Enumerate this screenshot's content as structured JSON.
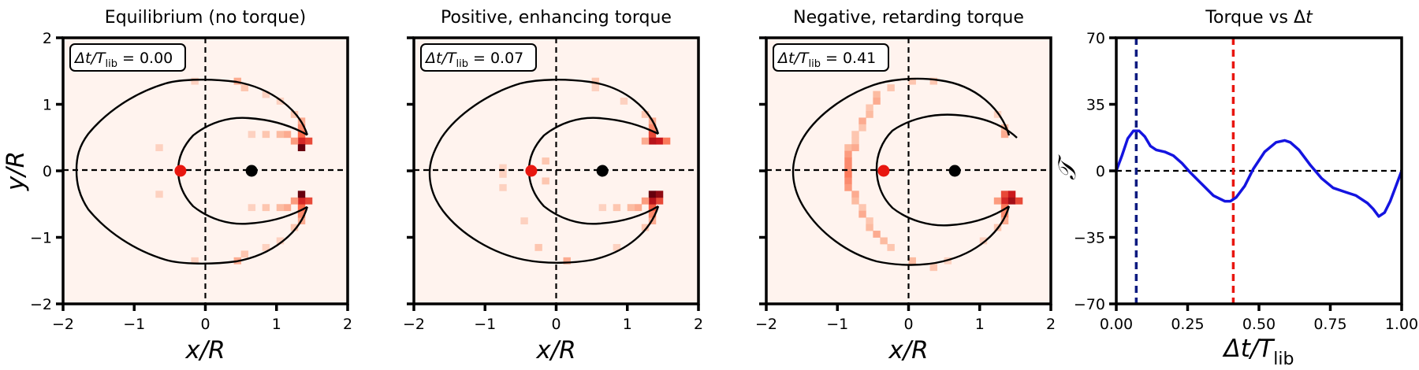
{
  "chart_data": [
    {
      "type": "heatmap",
      "title": "Equilibrium (no torque)",
      "xlabel": "x/R",
      "ylabel": "y/R",
      "xlim": [
        -2,
        2
      ],
      "ylim": [
        -2,
        2
      ],
      "xticks": [
        "−2",
        "−1",
        "0",
        "1",
        "2"
      ],
      "yticks": [
        "−2",
        "−1",
        "0",
        "1",
        "2"
      ],
      "annotation": "Δt/T",
      "annotation_sub": "lib",
      "annotation_value": " = 0.00",
      "points": [
        {
          "x": -0.35,
          "y": 0,
          "color": "#e8160f"
        },
        {
          "x": 0.65,
          "y": 0,
          "color": "#000000"
        }
      ],
      "cells": [
        [
          -0.15,
          1.35,
          0.15
        ],
        [
          0.45,
          1.35,
          0.3
        ],
        [
          0.55,
          1.25,
          0.2
        ],
        [
          0.85,
          1.15,
          0.15
        ],
        [
          1.05,
          1.05,
          0.15
        ],
        [
          1.25,
          0.85,
          0.2
        ],
        [
          1.35,
          0.75,
          0.3
        ],
        [
          1.35,
          0.65,
          0.4
        ],
        [
          1.35,
          0.55,
          0.5
        ],
        [
          1.45,
          0.45,
          0.6
        ],
        [
          1.35,
          0.45,
          0.7
        ],
        [
          1.35,
          0.35,
          1.0
        ],
        [
          1.25,
          0.45,
          0.35
        ],
        [
          1.15,
          0.55,
          0.3
        ],
        [
          1.05,
          0.55,
          0.25
        ],
        [
          0.85,
          0.55,
          0.2
        ],
        [
          0.65,
          0.55,
          0.15
        ],
        [
          -0.65,
          0.35,
          0.15
        ],
        [
          -0.65,
          -0.35,
          0.15
        ],
        [
          -0.15,
          -1.35,
          0.15
        ],
        [
          0.45,
          -1.35,
          0.3
        ],
        [
          0.55,
          -1.25,
          0.2
        ],
        [
          0.85,
          -1.15,
          0.15
        ],
        [
          1.05,
          -1.05,
          0.15
        ],
        [
          1.25,
          -0.85,
          0.2
        ],
        [
          1.35,
          -0.75,
          0.3
        ],
        [
          1.35,
          -0.65,
          0.4
        ],
        [
          1.35,
          -0.55,
          0.5
        ],
        [
          1.45,
          -0.45,
          0.6
        ],
        [
          1.35,
          -0.45,
          0.7
        ],
        [
          1.35,
          -0.35,
          1.0
        ],
        [
          1.25,
          -0.45,
          0.35
        ],
        [
          1.15,
          -0.55,
          0.3
        ],
        [
          1.05,
          -0.55,
          0.25
        ],
        [
          0.85,
          -0.55,
          0.2
        ],
        [
          0.65,
          -0.55,
          0.15
        ]
      ]
    },
    {
      "type": "heatmap",
      "title": "Positive, enhancing torque",
      "xlabel": "x/R",
      "ylabel": "",
      "xlim": [
        -2,
        2
      ],
      "ylim": [
        -2,
        2
      ],
      "xticks": [
        "−2",
        "−1",
        "0",
        "1",
        "2"
      ],
      "yticks": [],
      "annotation": "Δt/T",
      "annotation_sub": "lib",
      "annotation_value": " = 0.07",
      "points": [
        {
          "x": -0.35,
          "y": 0,
          "color": "#e8160f"
        },
        {
          "x": 0.65,
          "y": 0,
          "color": "#000000"
        }
      ],
      "cells": [
        [
          0.55,
          1.35,
          0.2
        ],
        [
          0.55,
          1.25,
          0.15
        ],
        [
          0.95,
          1.05,
          0.15
        ],
        [
          1.25,
          0.85,
          0.2
        ],
        [
          1.35,
          0.75,
          0.3
        ],
        [
          1.35,
          0.65,
          0.4
        ],
        [
          1.35,
          0.55,
          0.6
        ],
        [
          1.45,
          0.45,
          0.75
        ],
        [
          1.35,
          0.45,
          0.8
        ],
        [
          1.55,
          0.45,
          0.45
        ],
        [
          1.25,
          0.45,
          0.3
        ],
        [
          -0.15,
          0.15,
          0.2
        ],
        [
          -0.15,
          -0.15,
          0.2
        ],
        [
          -0.75,
          0.05,
          0.15
        ],
        [
          -0.75,
          -0.05,
          0.15
        ],
        [
          -0.75,
          -0.25,
          0.15
        ],
        [
          -0.45,
          -0.75,
          0.15
        ],
        [
          0.15,
          -1.35,
          0.3
        ],
        [
          -0.25,
          -1.15,
          0.2
        ],
        [
          0.85,
          -1.15,
          0.15
        ],
        [
          1.25,
          -0.85,
          0.2
        ],
        [
          1.35,
          -0.75,
          0.3
        ],
        [
          1.35,
          -0.65,
          0.4
        ],
        [
          1.35,
          -0.55,
          0.55
        ],
        [
          1.45,
          -0.45,
          0.6
        ],
        [
          1.35,
          -0.45,
          0.8
        ],
        [
          1.35,
          -0.35,
          1.0
        ],
        [
          1.45,
          -0.35,
          0.9
        ],
        [
          1.25,
          -0.45,
          0.35
        ],
        [
          1.15,
          -0.55,
          0.3
        ],
        [
          1.05,
          -0.55,
          0.25
        ],
        [
          0.85,
          -0.55,
          0.2
        ],
        [
          0.65,
          -0.55,
          0.15
        ]
      ]
    },
    {
      "type": "heatmap",
      "title": "Negative, retarding torque",
      "xlabel": "x/R",
      "ylabel": "",
      "xlim": [
        -2,
        2
      ],
      "ylim": [
        -2,
        2
      ],
      "xticks": [
        "−2",
        "−1",
        "0",
        "1",
        "2"
      ],
      "yticks": [],
      "annotation": "Δt/T",
      "annotation_sub": "lib",
      "annotation_value": " = 0.41",
      "points": [
        {
          "x": -0.35,
          "y": 0,
          "color": "#e8160f"
        },
        {
          "x": 0.65,
          "y": 0,
          "color": "#000000"
        }
      ],
      "cells": [
        [
          0.05,
          1.35,
          0.2
        ],
        [
          0.35,
          1.35,
          0.2
        ],
        [
          -0.25,
          1.25,
          0.2
        ],
        [
          -0.45,
          1.15,
          0.25
        ],
        [
          -0.45,
          1.05,
          0.3
        ],
        [
          -0.55,
          0.95,
          0.2
        ],
        [
          -0.55,
          0.85,
          0.25
        ],
        [
          -0.65,
          0.75,
          0.3
        ],
        [
          -0.65,
          0.65,
          0.2
        ],
        [
          -0.75,
          0.55,
          0.2
        ],
        [
          -0.75,
          0.45,
          0.2
        ],
        [
          -0.85,
          0.35,
          0.25
        ],
        [
          -0.75,
          0.35,
          0.3
        ],
        [
          -0.85,
          0.25,
          0.35
        ],
        [
          -0.85,
          0.15,
          0.4
        ],
        [
          -0.85,
          0.05,
          0.4
        ],
        [
          -0.85,
          -0.05,
          0.45
        ],
        [
          -0.85,
          -0.15,
          0.4
        ],
        [
          -0.85,
          -0.25,
          0.35
        ],
        [
          -0.75,
          -0.35,
          0.3
        ],
        [
          -0.75,
          -0.45,
          0.25
        ],
        [
          -0.65,
          -0.55,
          0.2
        ],
        [
          -0.65,
          -0.65,
          0.3
        ],
        [
          -0.55,
          -0.75,
          0.2
        ],
        [
          -0.55,
          -0.85,
          0.25
        ],
        [
          -0.45,
          -0.95,
          0.3
        ],
        [
          -0.35,
          -1.05,
          0.25
        ],
        [
          -0.25,
          -1.15,
          0.2
        ],
        [
          0.05,
          -1.35,
          0.25
        ],
        [
          0.35,
          -1.45,
          0.2
        ],
        [
          0.55,
          -1.35,
          0.15
        ],
        [
          1.25,
          0.85,
          0.15
        ],
        [
          1.35,
          0.65,
          0.25
        ],
        [
          1.35,
          0.55,
          0.3
        ],
        [
          1.35,
          -0.35,
          0.6
        ],
        [
          1.45,
          -0.35,
          0.75
        ],
        [
          1.35,
          -0.45,
          0.7
        ],
        [
          1.45,
          -0.45,
          0.85
        ],
        [
          1.35,
          -0.55,
          0.45
        ],
        [
          1.55,
          -0.45,
          0.6
        ],
        [
          1.25,
          -0.45,
          0.35
        ],
        [
          1.35,
          -0.65,
          0.4
        ],
        [
          1.35,
          -0.75,
          0.3
        ],
        [
          1.25,
          -0.85,
          0.2
        ],
        [
          1.05,
          -1.05,
          0.15
        ]
      ]
    },
    {
      "type": "line",
      "title": "Torque vs Δt",
      "title_main": "Torque vs Δ",
      "title_italic": "t",
      "xlabel": "Δt/T",
      "xlabel_sub": "lib",
      "ylabel": "𝒯",
      "xlim": [
        0,
        1
      ],
      "ylim": [
        -70,
        70
      ],
      "xticks": [
        "0.00",
        "0.25",
        "0.50",
        "0.75",
        "1.00"
      ],
      "yticks": [
        "−70",
        "−35",
        "0",
        "35",
        "70"
      ],
      "vlines": [
        {
          "x": 0.07,
          "color": "#0a1a80"
        },
        {
          "x": 0.41,
          "color": "#e8160f"
        }
      ],
      "series": [
        {
          "color": "#1414e0",
          "x": [
            0.0,
            0.02,
            0.04,
            0.06,
            0.08,
            0.1,
            0.12,
            0.14,
            0.17,
            0.2,
            0.23,
            0.26,
            0.3,
            0.34,
            0.38,
            0.4,
            0.42,
            0.45,
            0.48,
            0.52,
            0.56,
            0.59,
            0.61,
            0.64,
            0.68,
            0.72,
            0.76,
            0.8,
            0.84,
            0.88,
            0.9,
            0.92,
            0.94,
            0.96,
            0.98,
            1.0
          ],
          "y": [
            0,
            8,
            17,
            21,
            21,
            18,
            13,
            11,
            10,
            8,
            4,
            -1,
            -7,
            -13,
            -16,
            -16,
            -14,
            -8,
            1,
            10,
            15,
            16,
            15,
            11,
            3,
            -4,
            -9,
            -11,
            -13,
            -17,
            -20,
            -24,
            -22,
            -16,
            -8,
            0
          ]
        }
      ]
    }
  ]
}
